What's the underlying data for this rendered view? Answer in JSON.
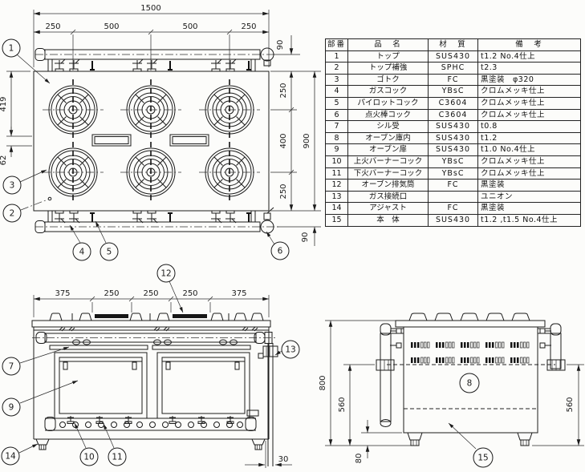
{
  "parts_table": {
    "headers": [
      "部番",
      "品　名",
      "材　質",
      "備　考"
    ],
    "rows": [
      {
        "no": "1",
        "name": "トップ",
        "material": "SUS430",
        "note": "t1.2  No.4仕上"
      },
      {
        "no": "2",
        "name": "トップ補強",
        "material": "SPHC",
        "note": "t2.3"
      },
      {
        "no": "3",
        "name": "ゴトク",
        "material": "FC",
        "note": "黒塗装　φ320"
      },
      {
        "no": "4",
        "name": "ガスコック",
        "material": "YBsC",
        "note": "クロムメッキ仕上"
      },
      {
        "no": "5",
        "name": "パイロットコック",
        "material": "C3604",
        "note": "クロムメッキ仕上"
      },
      {
        "no": "6",
        "name": "点火棒コック",
        "material": "C3604",
        "note": "クロムメッキ仕上"
      },
      {
        "no": "7",
        "name": "シル受",
        "material": "SUS430",
        "note": "t0.8"
      },
      {
        "no": "8",
        "name": "オーブン庫内",
        "material": "SUS430",
        "note": "t1.2"
      },
      {
        "no": "9",
        "name": "オーブン扉",
        "material": "SUS430",
        "note": "t1.0  No.4仕上"
      },
      {
        "no": "10",
        "name": "上火バーナーコック",
        "material": "YBsC",
        "note": "クロムメッキ仕上"
      },
      {
        "no": "11",
        "name": "下火バーナーコック",
        "material": "YBsC",
        "note": "クロムメッキ仕上"
      },
      {
        "no": "12",
        "name": "オーブン排気筒",
        "material": "FC",
        "note": "黒塗装"
      },
      {
        "no": "13",
        "name": "ガス接続口",
        "material": "",
        "note": "ユニオン"
      },
      {
        "no": "14",
        "name": "アジャスト",
        "material": "FC",
        "note": "黒塗装"
      },
      {
        "no": "15",
        "name": "本　体",
        "material": "SUS430",
        "note": "t1.2 ,t1.5  No.4仕上"
      }
    ]
  },
  "callouts": [
    "1",
    "2",
    "3",
    "4",
    "5",
    "6",
    "7",
    "8",
    "9",
    "10",
    "11",
    "12",
    "13",
    "14",
    "15"
  ],
  "dims": {
    "top": {
      "total": "1500",
      "widths": [
        "250",
        "500",
        "500",
        "250"
      ],
      "rows": [
        "250",
        "400",
        "250"
      ],
      "depth": "900",
      "pipe_top": "90",
      "pipe_bottom": "90",
      "duct_y": "419",
      "duct_h": "62"
    },
    "front": {
      "widths": [
        "375",
        "250",
        "250",
        "250",
        "375"
      ],
      "pipe_offset": "30"
    },
    "side": {
      "height": "800",
      "gas_left": "560",
      "gas_right": "560",
      "adjuster": "80"
    }
  },
  "colors": {
    "line": "#1b1b1b",
    "background": "#fcfcfa"
  }
}
